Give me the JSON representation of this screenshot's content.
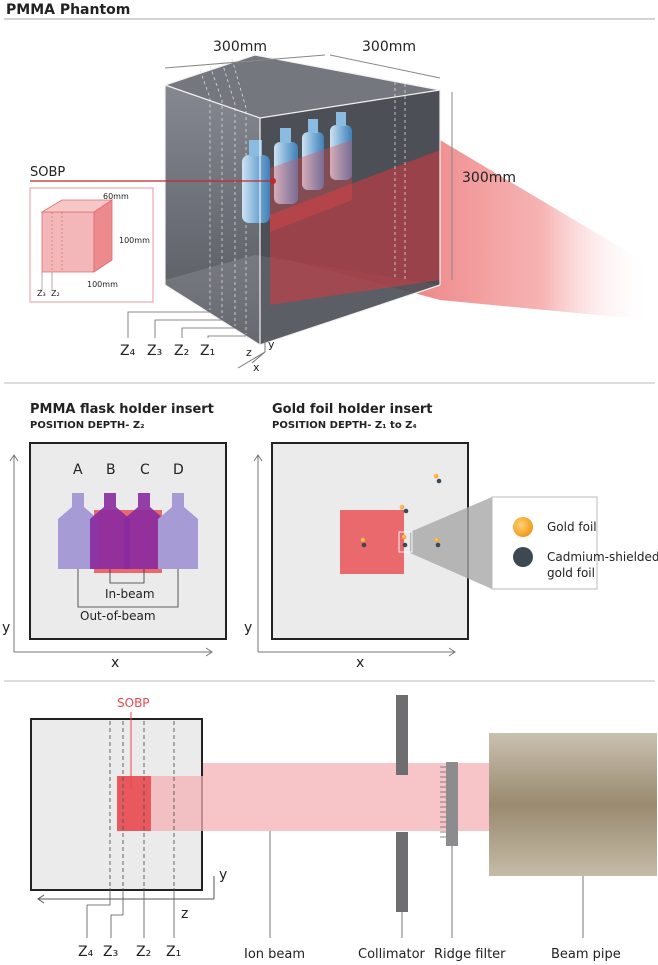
{
  "panel1": {
    "title": "PMMA Phantom",
    "dim_x": "300mm",
    "dim_z": "300mm",
    "dim_y": "300mm",
    "sobp": "SOBP",
    "inset": {
      "d1": "60mm",
      "d2": "100mm",
      "d3": "100mm",
      "z3": "Z₃",
      "z2": "Z₂"
    },
    "depths": [
      "Z₄",
      "Z₃",
      "Z₂",
      "Z₁"
    ],
    "axes": {
      "x": "x",
      "y": "y",
      "z": "z"
    }
  },
  "panel2": {
    "left_title": "PMMA flask holder insert",
    "left_sub": "POSITION DEPTH- Z₂",
    "flask_labels": [
      "A",
      "B",
      "C",
      "D"
    ],
    "in_beam": "In-beam",
    "out_of_beam": "Out-of-beam",
    "right_title": "Gold foil holder insert",
    "right_sub": "POSITION DEPTH- Z₁ to Z₄",
    "legend_gold": "Gold foil",
    "legend_cad_1": "Cadmium-shielded",
    "legend_cad_2": "gold foil",
    "axis_x": "x",
    "axis_y": "y"
  },
  "panel3": {
    "sobp": "SOBP",
    "axis_y": "y",
    "axis_z": "z",
    "depths": [
      "Z₄",
      "Z₃",
      "Z₂",
      "Z₁"
    ],
    "ion_beam": "Ion beam",
    "collimator": "Collimator",
    "ridge_filter": "Ridge filter",
    "beam_pipe": "Beam pipe"
  },
  "colors": {
    "beam": "#e8484e",
    "flask_purple": "#a79bd6",
    "flask_dark": "#8a2aa0",
    "gold": "#f5a623",
    "cadmium": "#3e4852",
    "phantom": "#5b5e66"
  }
}
